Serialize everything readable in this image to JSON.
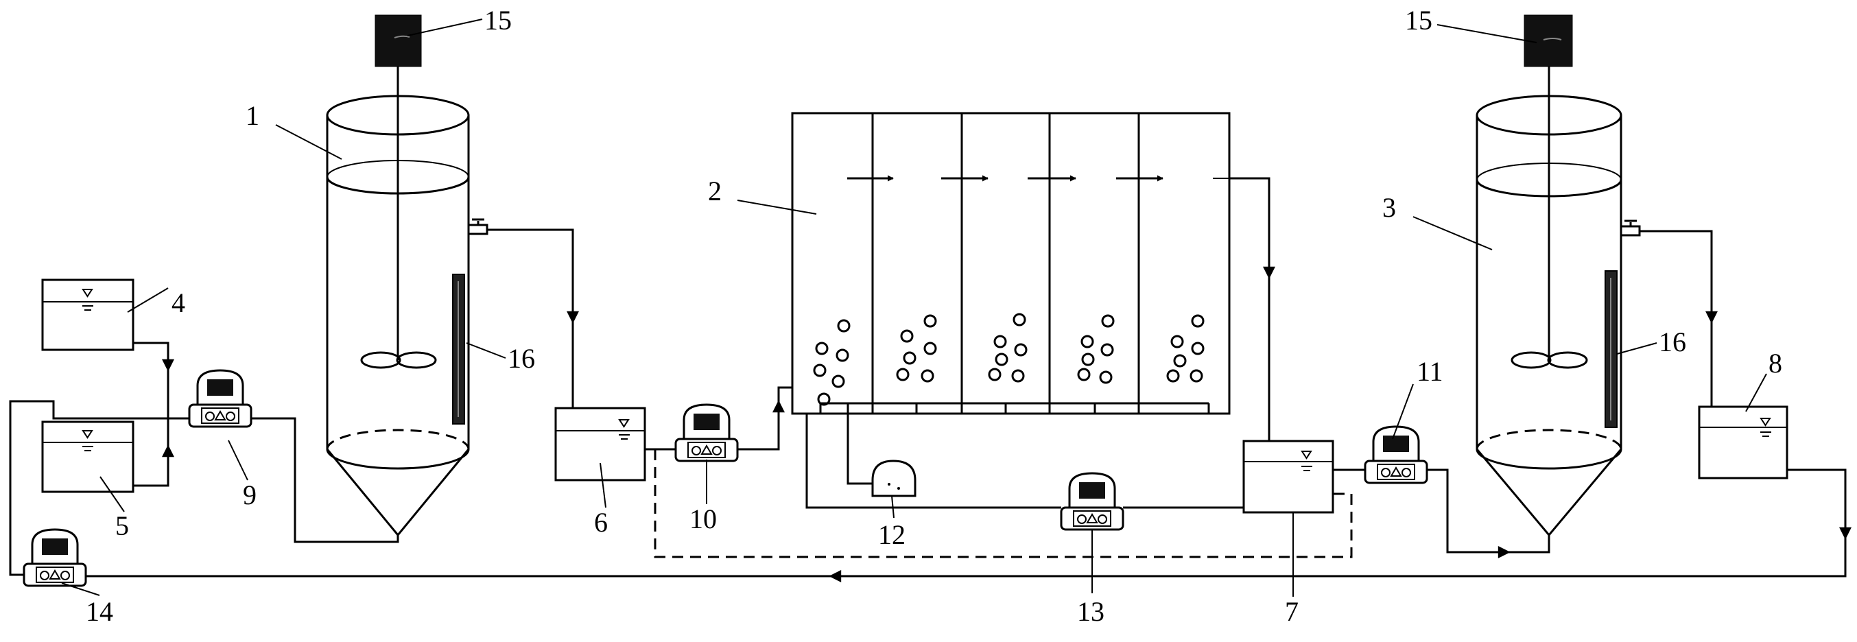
{
  "labels": {
    "reactor_1": "1",
    "tank_2": "2",
    "reactor_3": "3",
    "tank_4": "4",
    "tank_5": "5",
    "tank_6": "6",
    "tank_7": "7",
    "tank_8": "8",
    "pump_9": "9",
    "pump_10": "10",
    "pump_11": "11",
    "aerator_12": "12",
    "pump_13": "13",
    "pump_14": "14",
    "motor_15_left": "15",
    "motor_15_right": "15",
    "gauge_16_left": "16",
    "gauge_16_right": "16"
  }
}
